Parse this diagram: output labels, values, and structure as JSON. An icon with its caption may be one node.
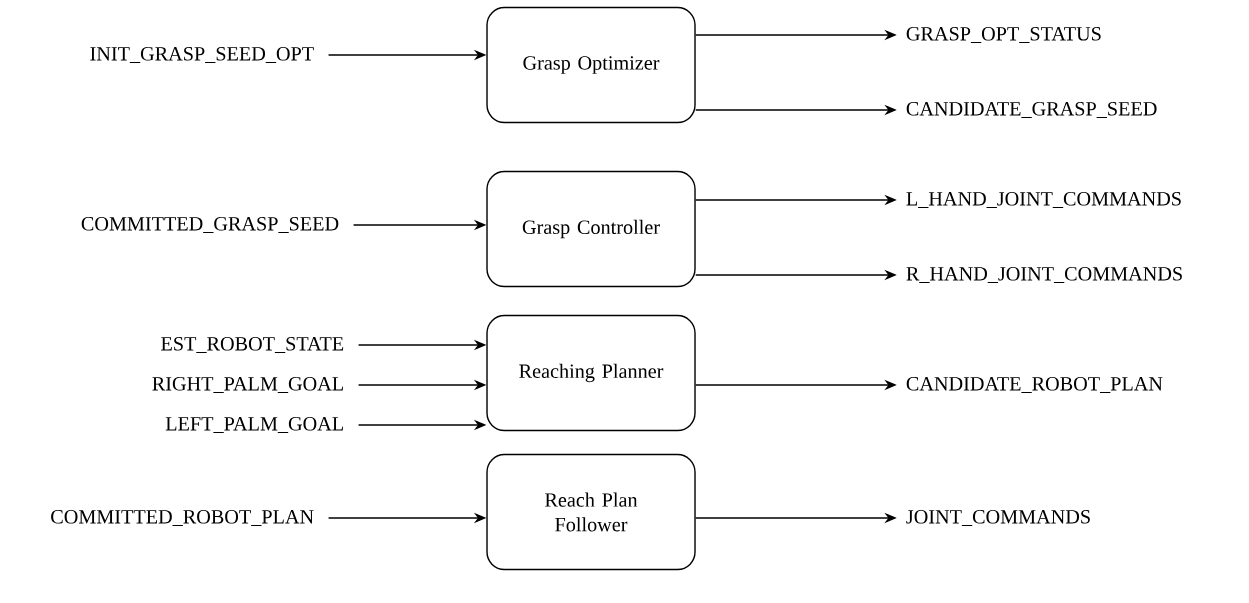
{
  "diagram": {
    "nodes": [
      {
        "text": [
          "INIT_GRASP_SEED_OPT"
        ]
      },
      {
        "text": [
          "Grasp Optimizer"
        ]
      },
      {
        "text": [
          "GRASP_OPT_STATUS"
        ]
      },
      {
        "text": [
          "CANDIDATE_GRASP_SEED"
        ]
      },
      {
        "text": [
          "COMMITTED_GRASP_SEED"
        ]
      },
      {
        "text": [
          "Grasp Controller"
        ]
      },
      {
        "text": [
          "L_HAND_JOINT_COMMANDS"
        ]
      },
      {
        "text": [
          "R_HAND_JOINT_COMMANDS"
        ]
      },
      {
        "text": [
          "EST_ROBOT_STATE"
        ]
      },
      {
        "text": [
          "RIGHT_PALM_GOAL"
        ]
      },
      {
        "text": [
          "LEFT_PALM_GOAL"
        ]
      },
      {
        "text": [
          "Reaching Planner"
        ]
      },
      {
        "text": [
          "CANDIDATE_ROBOT_PLAN"
        ]
      },
      {
        "text": [
          "COMMITTED_ROBOT_PLAN"
        ]
      },
      {
        "text": [
          "Reach Plan Follower"
        ]
      },
      {
        "text": [
          "JOINT_COMMANDS"
        ]
      }
    ],
    "edges": [
      {
        "from": 0,
        "to": 1,
        "arrow": "to"
      },
      {
        "from": 1,
        "to": 2,
        "arrow": "to"
      },
      {
        "from": 1,
        "to": 3,
        "arrow": "to"
      },
      {
        "from": 4,
        "to": 5,
        "arrow": "to"
      },
      {
        "from": 5,
        "to": 6,
        "arrow": "to"
      },
      {
        "from": 5,
        "to": 7,
        "arrow": "to"
      },
      {
        "from": 8,
        "to": 11,
        "arrow": "to"
      },
      {
        "from": 9,
        "to": 11,
        "arrow": "to"
      },
      {
        "from": 10,
        "to": 11,
        "arrow": "to"
      },
      {
        "from": 11,
        "to": 12,
        "arrow": "to"
      },
      {
        "from": 13,
        "to": 14,
        "arrow": "to"
      },
      {
        "from": 14,
        "to": 15,
        "arrow": "to"
      }
    ]
  }
}
